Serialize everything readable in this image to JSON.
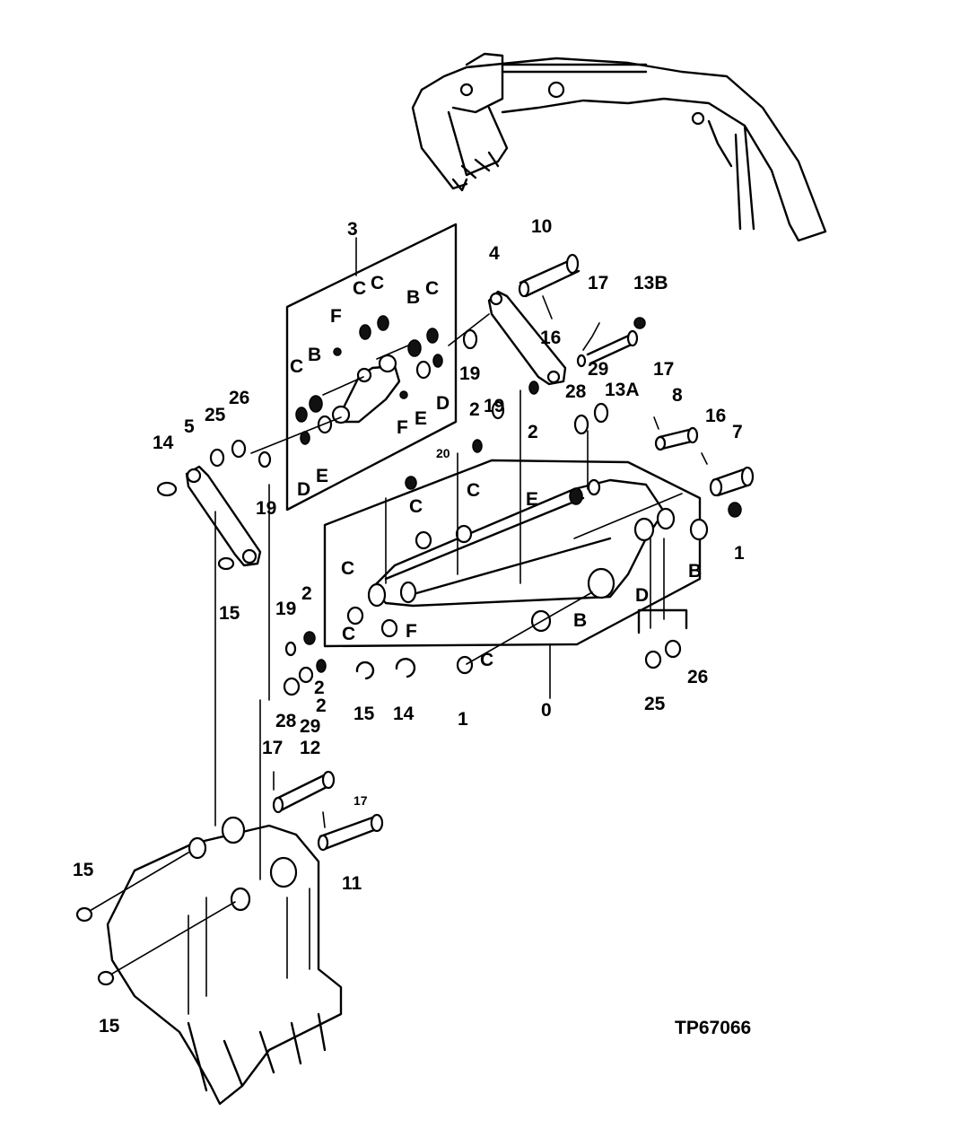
{
  "figure_code": "TP67066",
  "callouts": {
    "c0": "0",
    "c1a": "1",
    "c1b": "1",
    "c2a": "2",
    "c2b": "2",
    "c2c": "2",
    "c2d": "2",
    "c2e": "2",
    "c3": "3",
    "c4": "4",
    "c5": "5",
    "c7": "7",
    "c8": "8",
    "c10": "10",
    "c11": "11",
    "c12": "12",
    "c13a": "13A",
    "c13b": "13B",
    "c14a": "14",
    "c14b": "14",
    "c15a": "15",
    "c15b": "15",
    "c15c": "15",
    "c15d": "15",
    "c16a": "16",
    "c16b": "16",
    "c17a": "17",
    "c17b": "17",
    "c17c": "17",
    "c17d": "17",
    "c19a": "19",
    "c19b": "19",
    "c19c": "19",
    "c19d": "19",
    "c20": "20",
    "c25a": "25",
    "c25b": "25",
    "c26a": "26",
    "c26b": "26",
    "c28a": "28",
    "c28b": "28",
    "c29a": "29",
    "c29b": "29",
    "cBa": "B",
    "cBb": "B",
    "cBc": "B",
    "cBd": "B",
    "cCa": "C",
    "cCb": "C",
    "cCc": "C",
    "cCd": "C",
    "cCe": "C",
    "cCf": "C",
    "cCg": "C",
    "cCh": "C",
    "cCi": "C",
    "cDa": "D",
    "cDb": "D",
    "cDc": "D",
    "cEa": "E",
    "cEb": "E",
    "cEc": "E",
    "cFa": "F",
    "cFb": "F",
    "cFc": "F"
  }
}
